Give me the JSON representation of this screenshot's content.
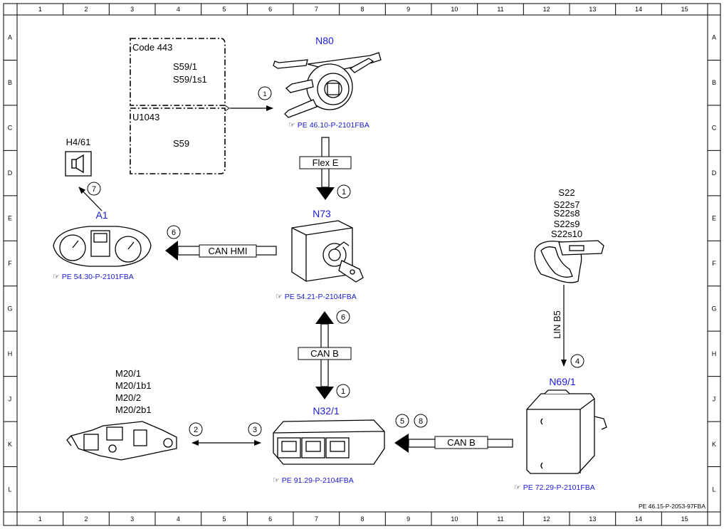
{
  "grid": {
    "columns": [
      "1",
      "2",
      "3",
      "4",
      "5",
      "6",
      "7",
      "8",
      "9",
      "10",
      "11",
      "12",
      "13",
      "14",
      "15"
    ],
    "rows": [
      "A",
      "B",
      "C",
      "D",
      "E",
      "F",
      "G",
      "H",
      "J",
      "K",
      "L"
    ]
  },
  "footer_code": "PE 46.15-P-2053-97FBA",
  "components": {
    "n80": {
      "name": "N80",
      "ref": "PE 46.10-P-2101FBA"
    },
    "n73": {
      "name": "N73",
      "ref": "PE 54.21-P-2104FBA"
    },
    "a1": {
      "name": "A1",
      "ref": "PE 54.30-P-2101FBA"
    },
    "h4_61": {
      "name": "H4/61"
    },
    "n32_1": {
      "name": "N32/1",
      "ref": "PE 91.29-P-2104FBA"
    },
    "n69_1": {
      "name": "N69/1",
      "ref": "PE 72.29-P-2101FBA"
    },
    "s22_group": {
      "labels": [
        "S22",
        "S22s7",
        "S22s8",
        "S22s9",
        "S22s10"
      ]
    },
    "m20_group": {
      "labels": [
        "M20/1",
        "M20/1b1",
        "M20/2",
        "M20/2b1"
      ]
    }
  },
  "code_box": {
    "code443_label": "Code 443",
    "code443_items": [
      "S59/1",
      "S59/1s1"
    ],
    "u1043_label": "U1043",
    "u1043_items": [
      "S59"
    ]
  },
  "buses": {
    "flex_e": "Flex E",
    "can_hmi": "CAN HMI",
    "can_b_vertical": "CAN B",
    "can_b_horizontal": "CAN B",
    "lin_b5": "LIN B5"
  },
  "callouts": {
    "to_n80": "1",
    "flex_e": "1",
    "to_h4": "7",
    "can_hmi": "6",
    "can_b_up": "6",
    "can_b_down": "1",
    "lin": "4",
    "m20_left": "2",
    "m20_right": "3",
    "can_b_left_a": "5",
    "can_b_left_b": "8"
  },
  "colors": {
    "component_name": "#1a1ad6",
    "reference": "#1a1ad6",
    "line": "#000000"
  }
}
